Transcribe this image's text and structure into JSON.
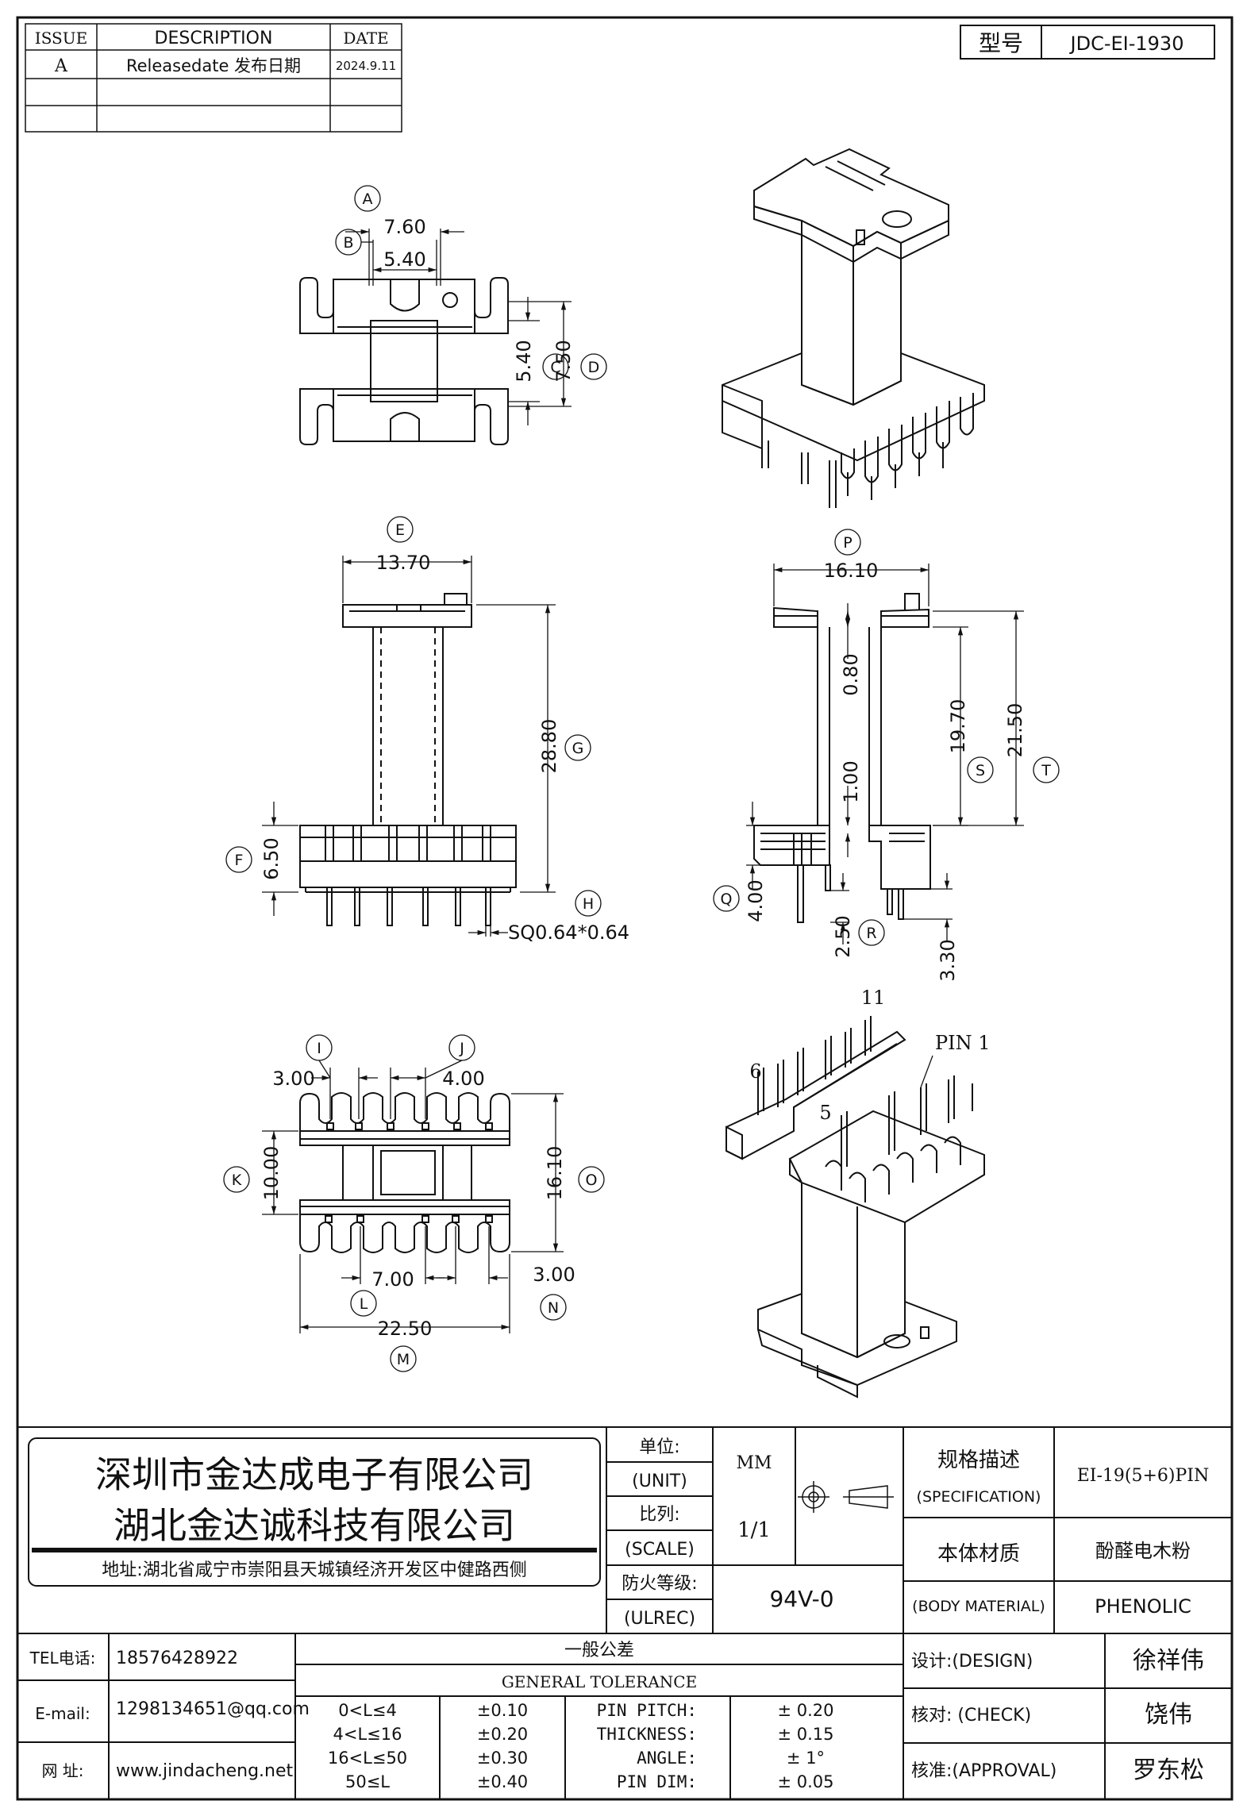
{
  "revision_table": {
    "headers": [
      "ISSUE",
      "DESCRIPTION",
      "DATE"
    ],
    "rows": [
      {
        "issue": "A",
        "description": "Releasedate 发布日期",
        "date": "2024.9.11"
      }
    ]
  },
  "model": {
    "label": "型号",
    "value": "JDC-EI-1930"
  },
  "views": {
    "top": {
      "A": "A",
      "B": "B",
      "C": "C",
      "D": "D",
      "dim_a": "7.60",
      "dim_b": "5.40",
      "dim_c": "5.40",
      "dim_d": "7.50"
    },
    "front": {
      "E": "E",
      "G": "G",
      "F": "F",
      "H": "H",
      "dim_e": "13.70",
      "dim_g": "28.80",
      "dim_f": "6.50",
      "dim_h": "SQ0.64*0.64"
    },
    "side": {
      "P": "P",
      "S": "S",
      "T": "T",
      "Q": "Q",
      "R": "R",
      "dim_p": "16.10",
      "dim_080": "0.80",
      "dim_100": "1.00",
      "dim_s": "19.70",
      "dim_t": "21.50",
      "dim_q": "4.00",
      "dim_r": "2.50",
      "dim_330": "3.30"
    },
    "bottom": {
      "I": "I",
      "J": "J",
      "K": "K",
      "O": "O",
      "L": "L",
      "N": "N",
      "M": "M",
      "dim_i": "3.00",
      "dim_j": "4.00",
      "dim_k": "10.00",
      "dim_o": "16.10",
      "dim_l": "7.00",
      "dim_n": "3.00",
      "dim_m": "22.50"
    },
    "iso_bottom": {
      "pin11": "11",
      "pin1": "PIN 1",
      "pin6": "6",
      "pin5": "5"
    }
  },
  "title_block": {
    "company1": "深圳市金达成电子有限公司",
    "company2": "湖北金达诚科技有限公司",
    "address": "地址:湖北省咸宁市崇阳县天城镇经济开发区中健路西侧",
    "unit_cn": "单位:",
    "unit_en": "(UNIT)",
    "unit_val": "MM",
    "scale_cn": "比列:",
    "scale_en": "(SCALE)",
    "scale_val": "1/1",
    "ul_cn": "防火等级:",
    "ul_en": "(ULREC)",
    "ul_val": "94V-0",
    "spec_cn": "规格描述",
    "spec_en": "(SPECIFICATION)",
    "spec_val": "EI-19(5+6)PIN",
    "mat_cn": "本体材质",
    "mat_en": "(BODY MATERIAL)",
    "mat_val_cn": "酚醛电木粉",
    "mat_val_en": "PHENOLIC",
    "tel_label": "TEL电话:",
    "tel": "18576428922",
    "email_label": "E-mail:",
    "email": "1298134651@qq.com",
    "web_label": "网  址:",
    "web": "www.jindacheng.net",
    "tol_cn": "一般公差",
    "tol_en": "GENERAL TOLERANCE",
    "tol_rows": [
      {
        "range": "0<L≤4",
        "tol": "±0.10",
        "name": "PIN PITCH:",
        "val": "± 0.20"
      },
      {
        "range": "4<L≤16",
        "tol": "±0.20",
        "name": "THICKNESS:",
        "val": "± 0.15"
      },
      {
        "range": "16<L≤50",
        "tol": "±0.30",
        "name": "ANGLE:",
        "val": "± 1°"
      },
      {
        "range": "50≤L",
        "tol": "±0.40",
        "name": "PIN DIM:",
        "val": "± 0.05"
      }
    ],
    "design_label": "设计:(DESIGN)",
    "design": "徐祥伟",
    "check_label": "核对: (CHECK)",
    "check": "饶伟",
    "approval_label": "核准:(APPROVAL)",
    "approval": "罗东松"
  }
}
